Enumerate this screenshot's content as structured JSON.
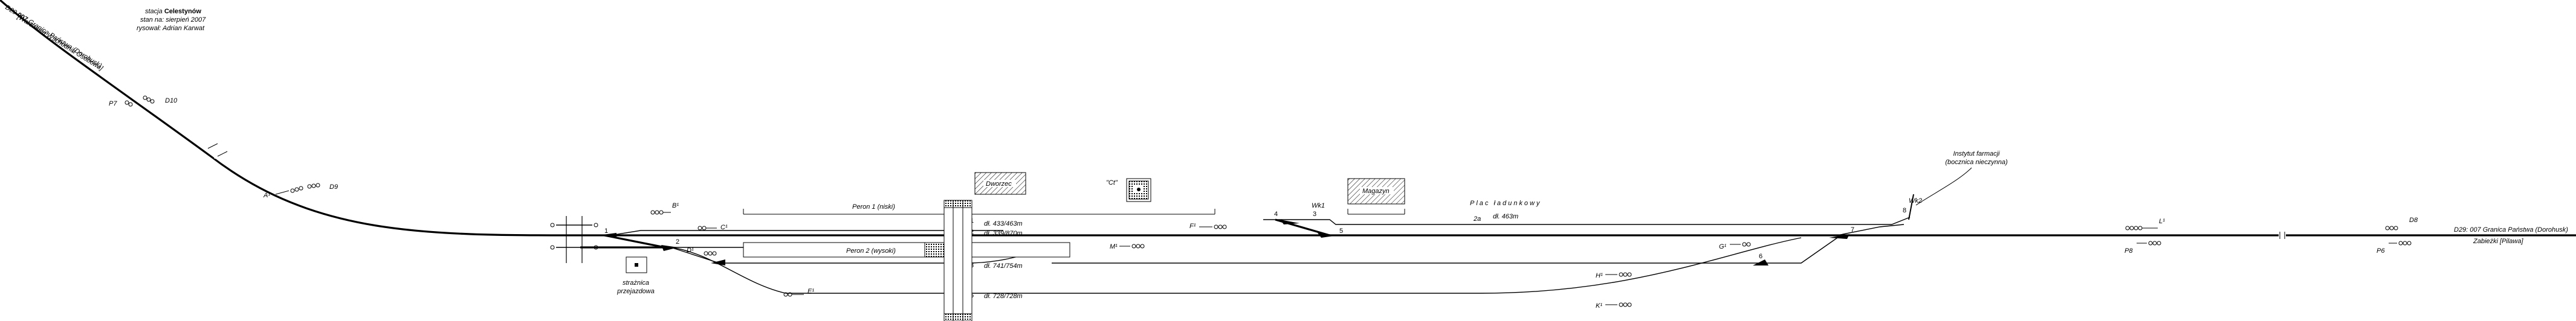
{
  "header": {
    "station_prefix": "stacja",
    "station_name": "Celestynów",
    "state_date": "stan na: sierpień 2007",
    "author": "rysował: Adrian Karwat"
  },
  "lines": {
    "left_line_number": "007",
    "left_line_prefix": "D29",
    "left_line_text": "Granica Państwa (Dorohusk)",
    "left_direction": "[Warszawa Wschodnia Osobowa]",
    "right_line": "D29: 007 Granica Państwa (Dorohusk)",
    "right_direction": "Zabieżki [Pilawa]"
  },
  "signals": {
    "p7": "P7",
    "d10": "D10",
    "a1": "A¹",
    "d9": "D9",
    "b": "B¹",
    "c": "C¹",
    "d": "D¹",
    "e": "E¹",
    "f": "F¹",
    "m": "M¹",
    "g": "G¹",
    "h": "H¹",
    "k": "K¹",
    "l": "L¹",
    "p6": "P6",
    "p8": "P8",
    "d8": "D8"
  },
  "platforms": {
    "p1": "Peron 1 (niski)",
    "p2": "Peron 2 (wysoki)"
  },
  "tracks": [
    {
      "num": "1",
      "len": "dł. 433/463m"
    },
    {
      "num": "2",
      "len": "dł. 339/870m"
    },
    {
      "num": "3",
      "len": "dł. 741/754m"
    },
    {
      "num": "5",
      "len": "dł. 728/728m"
    },
    {
      "num": "2a",
      "len": "dł. 463m"
    }
  ],
  "labels": {
    "dworzec": "Dworzec",
    "magazyn": "Magazyn",
    "ct_mark": "\"Ct\"",
    "plac": "Plac ładunkowy",
    "instytut_1": "Instytut farmacji",
    "instytut_2": "(bocznica nieczynna)",
    "nastawnia_1": "strażnica",
    "nastawnia_2": "przejazdowa",
    "sw_wk1": "Wk1",
    "sw_wk2": "Wk2",
    "sw_3": "3",
    "sw_4": "4",
    "sw_5": "5",
    "sw_6": "6",
    "sw_7": "7",
    "sw_8": "8",
    "sw_1": "1",
    "sw_2": "2"
  }
}
